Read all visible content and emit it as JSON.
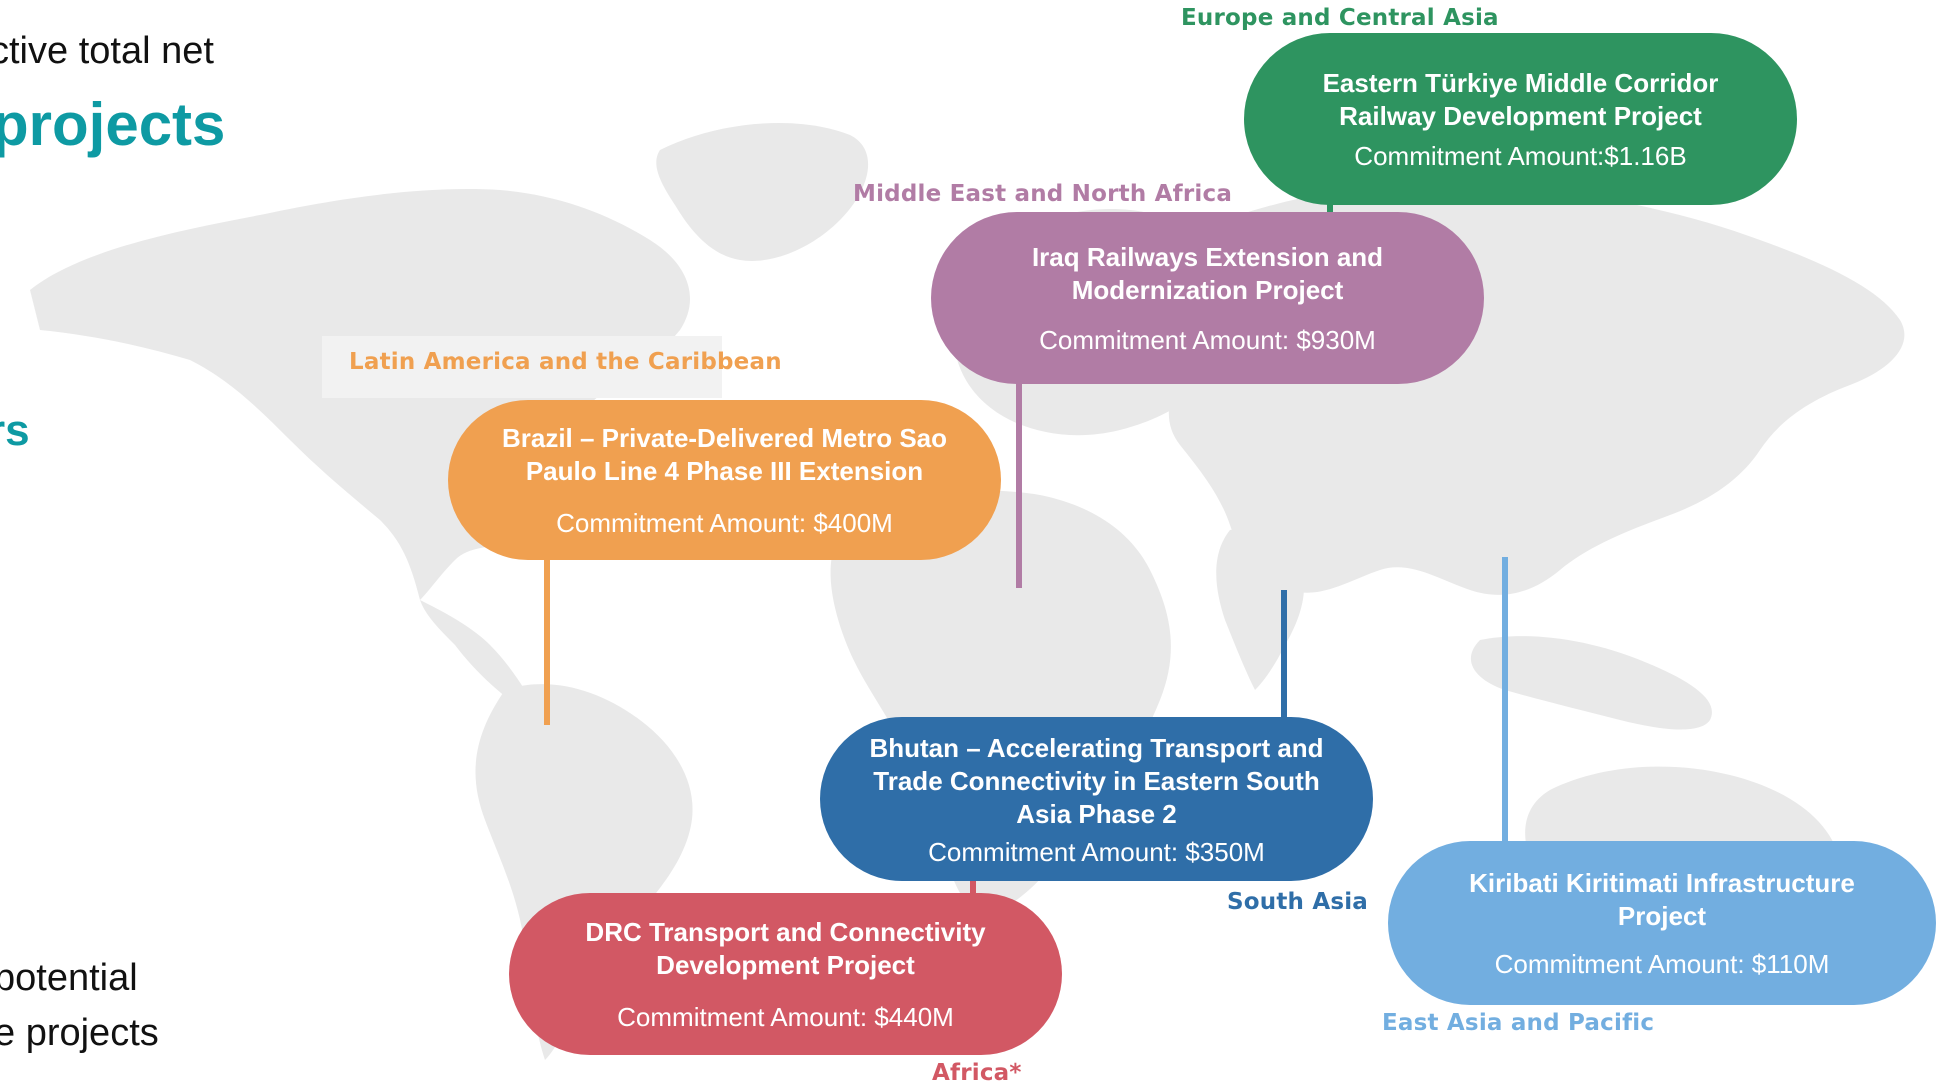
{
  "left": {
    "line1": "ctive total net",
    "line2": "projects",
    "line3": "rs",
    "line4": "potential",
    "line5": "e projects"
  },
  "colors": {
    "europe": "#2e9460",
    "mena": "#b17ca5",
    "latam": "#f0a050",
    "south_asia": "#2f6ea8",
    "africa": "#d25864",
    "east_asia": "#72aee0",
    "teal": "#0e9aa3",
    "map_land": "#e9e9e9"
  },
  "regions": {
    "europe": "Europe and Central Asia",
    "mena": "Middle East and North Africa",
    "latam": "Latin America and the Caribbean",
    "south_asia": "South Asia",
    "east_asia": "East Asia and Pacific",
    "africa": "Africa*"
  },
  "projects": {
    "turkiye": {
      "title": "Eastern Türkiye Middle Corridor Railway Development Project",
      "amount": "Commitment Amount:$1.16B"
    },
    "iraq": {
      "title": "Iraq Railways Extension and Modernization Project",
      "amount": "Commitment Amount: $930M"
    },
    "brazil": {
      "title": "Brazil – Private-Delivered Metro Sao Paulo Line 4 Phase III Extension",
      "amount": "Commitment Amount: $400M"
    },
    "bhutan": {
      "title": "Bhutan – Accelerating Transport and Trade Connectivity in Eastern South Asia Phase 2",
      "amount": "Commitment Amount: $350M"
    },
    "drc": {
      "title": "DRC Transport and Connectivity Development Project",
      "amount": "Commitment Amount: $440M"
    },
    "kiribati": {
      "title": "Kiribati Kiritimati Infrastructure Project",
      "amount": "Commitment Amount: $110M"
    }
  }
}
